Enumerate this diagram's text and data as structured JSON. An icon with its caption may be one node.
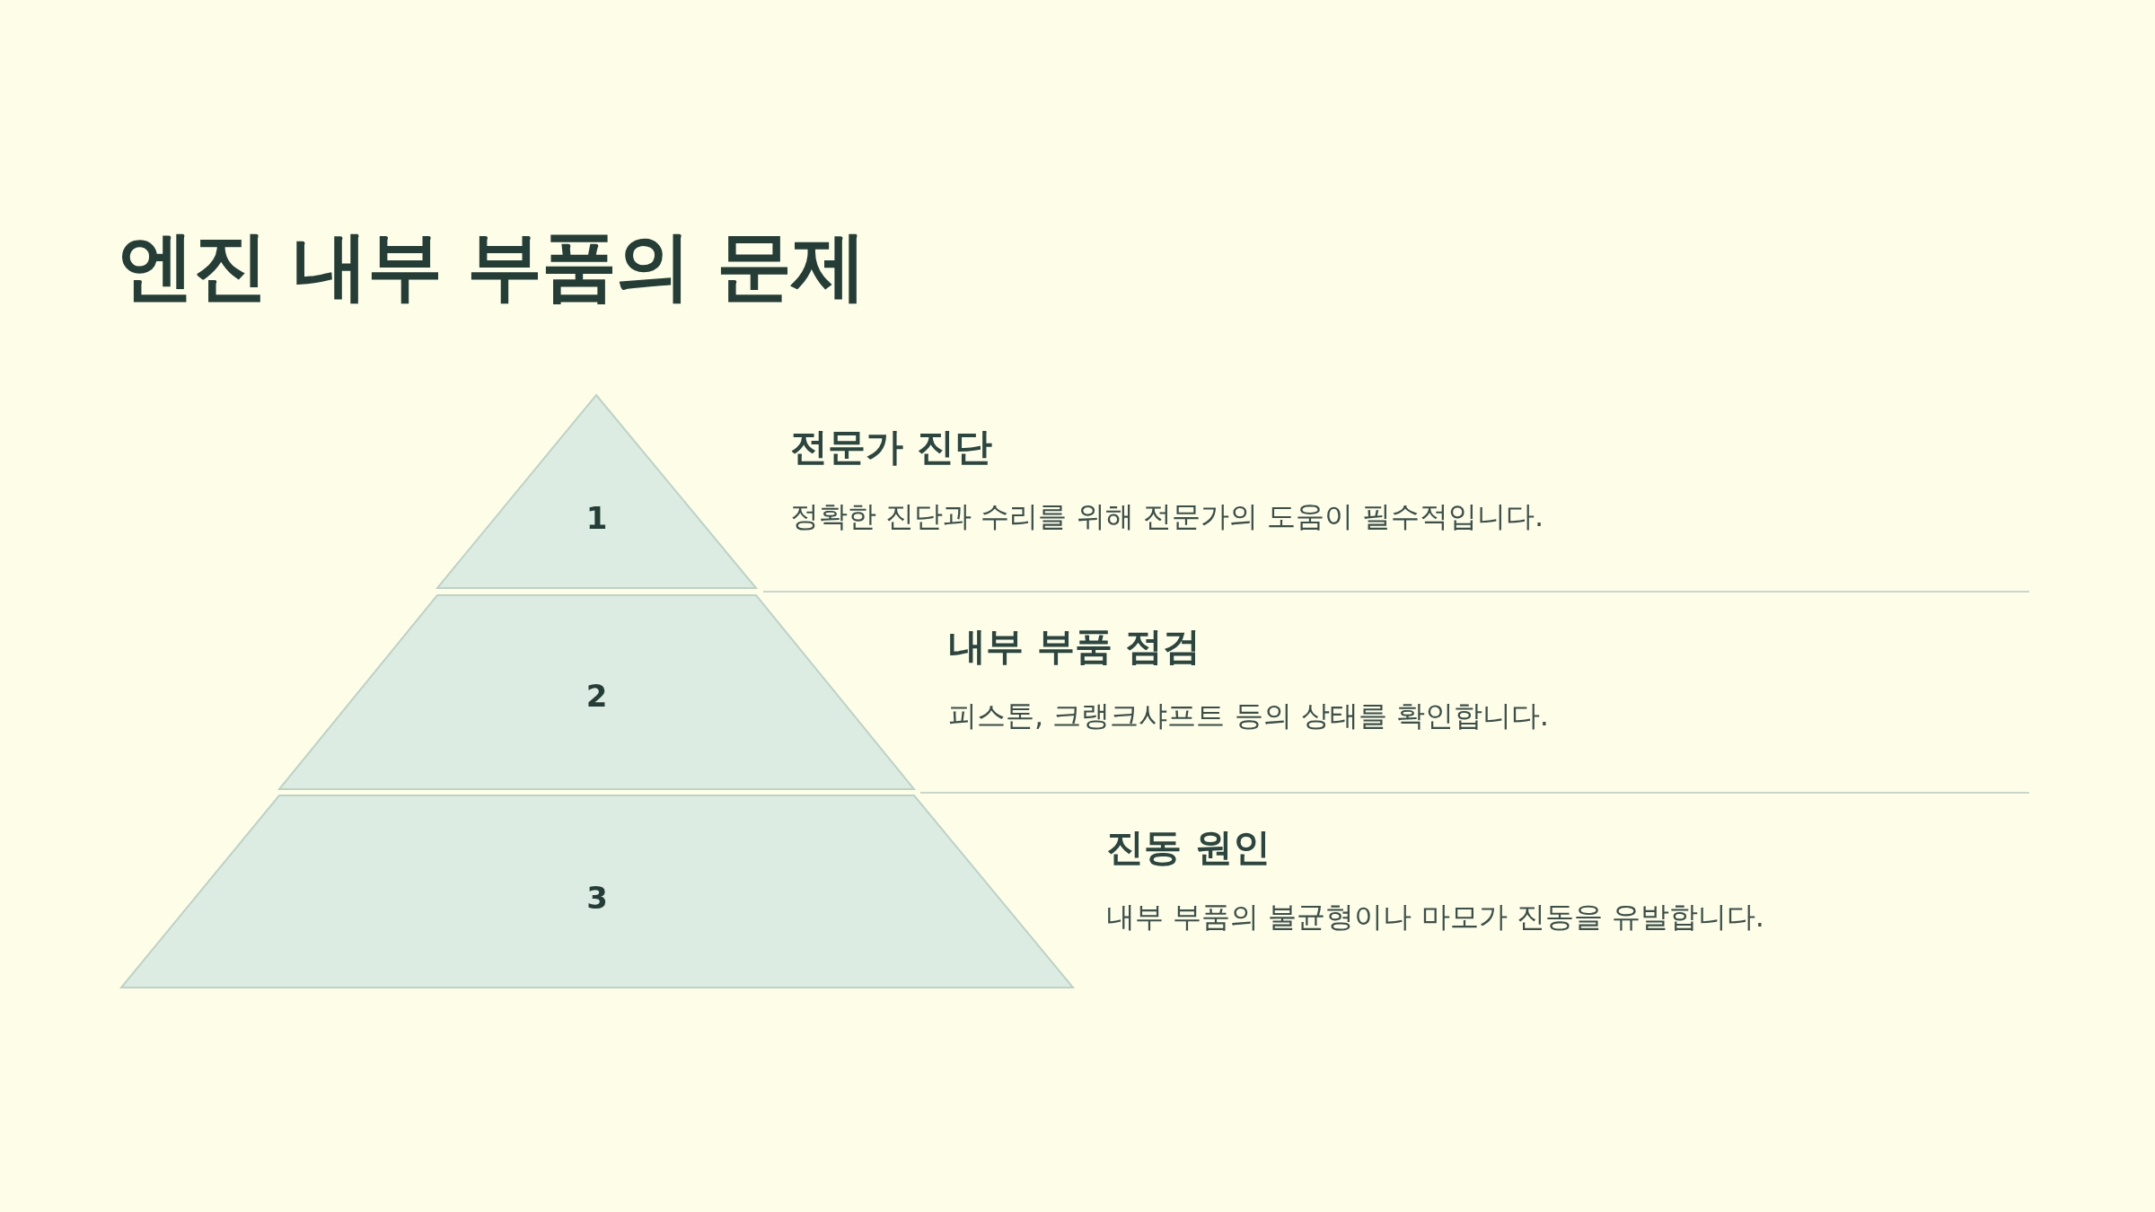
{
  "diagram": {
    "title": "엔진 내부 부품의 문제",
    "nodes": [
      {
        "text": [
          "1"
        ],
        "beside": [
          "전문가 진단",
          "정확한 진단과 수리를 위해 전문가의 도움이 필수적입니다."
        ]
      },
      {
        "text": [
          "2"
        ],
        "beside": [
          "내부 부품 점검",
          "피스톤, 크랭크샤프트 등의 상태를 확인합니다."
        ]
      },
      {
        "text": [
          "3"
        ],
        "beside": [
          "진동 원인",
          "내부 부품의 불균형이나 마모가 진동을 유발합니다."
        ]
      }
    ]
  }
}
